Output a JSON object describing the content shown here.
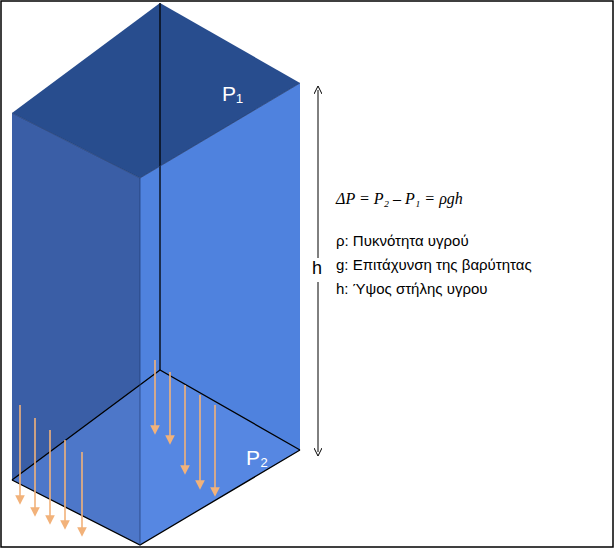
{
  "diagram": {
    "labels": [
      "P₁",
      "P₂",
      "h",
      "ΔP = P₂ – P₁ = ρgh",
      "ρ: Πυκνότητα υγρού",
      "g: Επιτάχυνση της βαρύτητας",
      "h: Ύψος στήλης υγρου"
    ]
  }
}
